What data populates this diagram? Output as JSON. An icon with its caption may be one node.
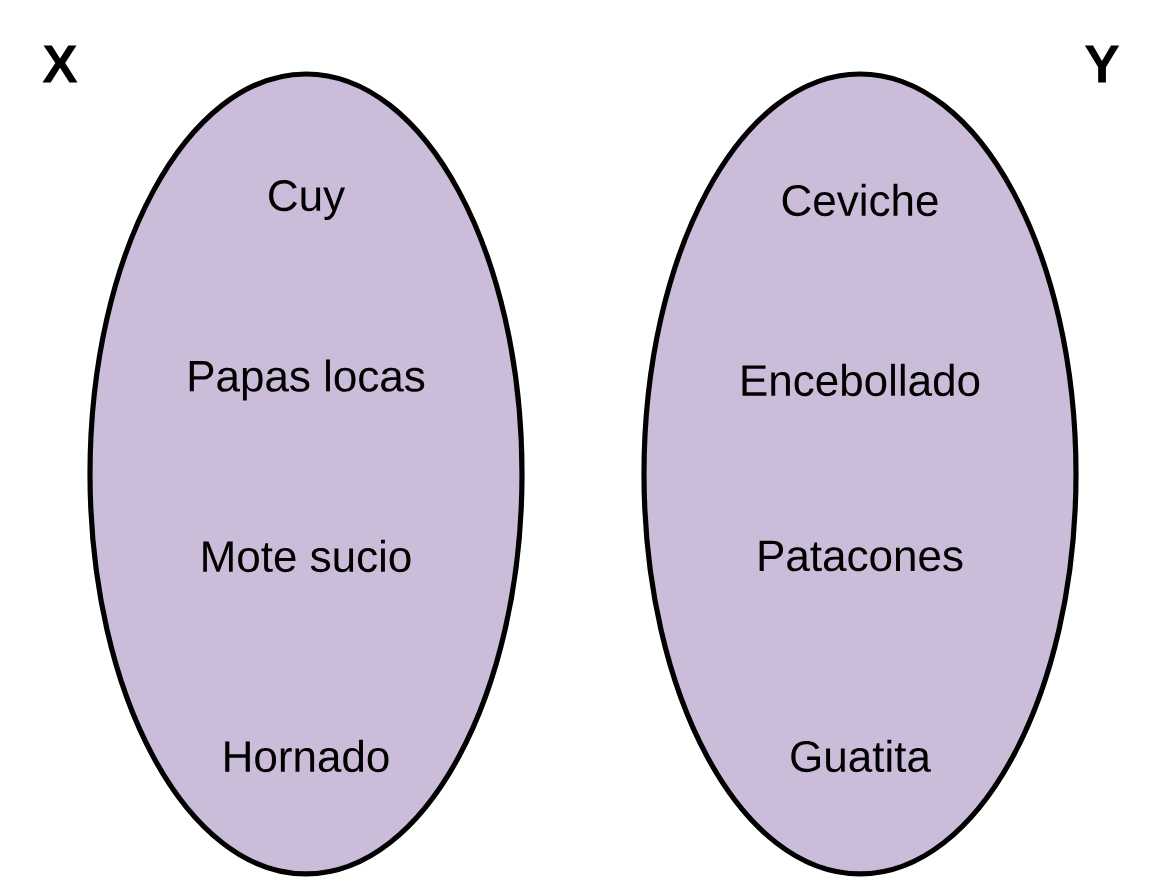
{
  "diagram": {
    "nodes": [
      {
        "text": [
          "X"
        ]
      },
      {
        "text": [
          "Cuy"
        ],
        "in": 0
      },
      {
        "text": [
          "Papas locas"
        ],
        "in": 0
      },
      {
        "text": [
          "Mote sucio"
        ],
        "in": 0
      },
      {
        "text": [
          "Hornado"
        ],
        "in": 0
      },
      {
        "text": [
          "Y"
        ]
      },
      {
        "text": [
          "Ceviche"
        ],
        "in": 5
      },
      {
        "text": [
          "Encebollado"
        ],
        "in": 5
      },
      {
        "text": [
          "Patacones"
        ],
        "in": 5
      },
      {
        "text": [
          "Guatita"
        ],
        "in": 5
      }
    ]
  }
}
